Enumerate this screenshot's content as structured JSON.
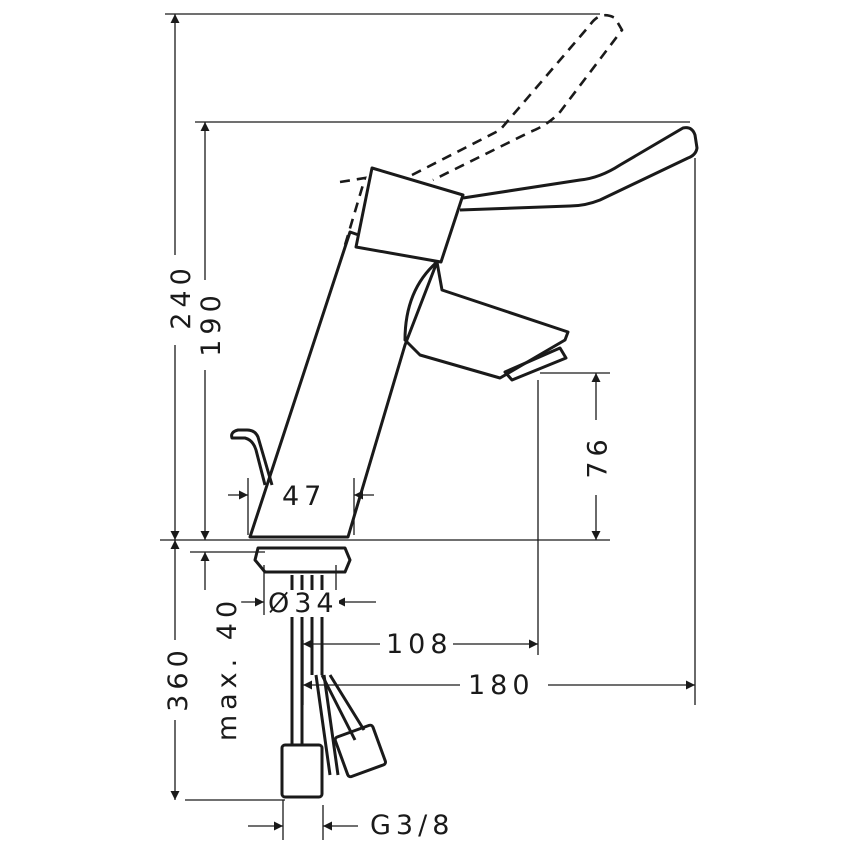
{
  "drawing": {
    "subject": "single-lever basin mixer faucet, side elevation",
    "colors": {
      "line": "#1a1a1a",
      "background": "#ffffff"
    }
  },
  "dimensions": {
    "overall_height_lever_up": "240",
    "height_to_lever_top": "190",
    "spout_clearance": "76",
    "base_width": "47",
    "mounting_hole_diameter": "Ø34",
    "max_deck_thickness": "max. 40",
    "hose_length": "360",
    "spout_reach": "108",
    "overall_depth": "180",
    "connection_thread": "G3/8"
  }
}
